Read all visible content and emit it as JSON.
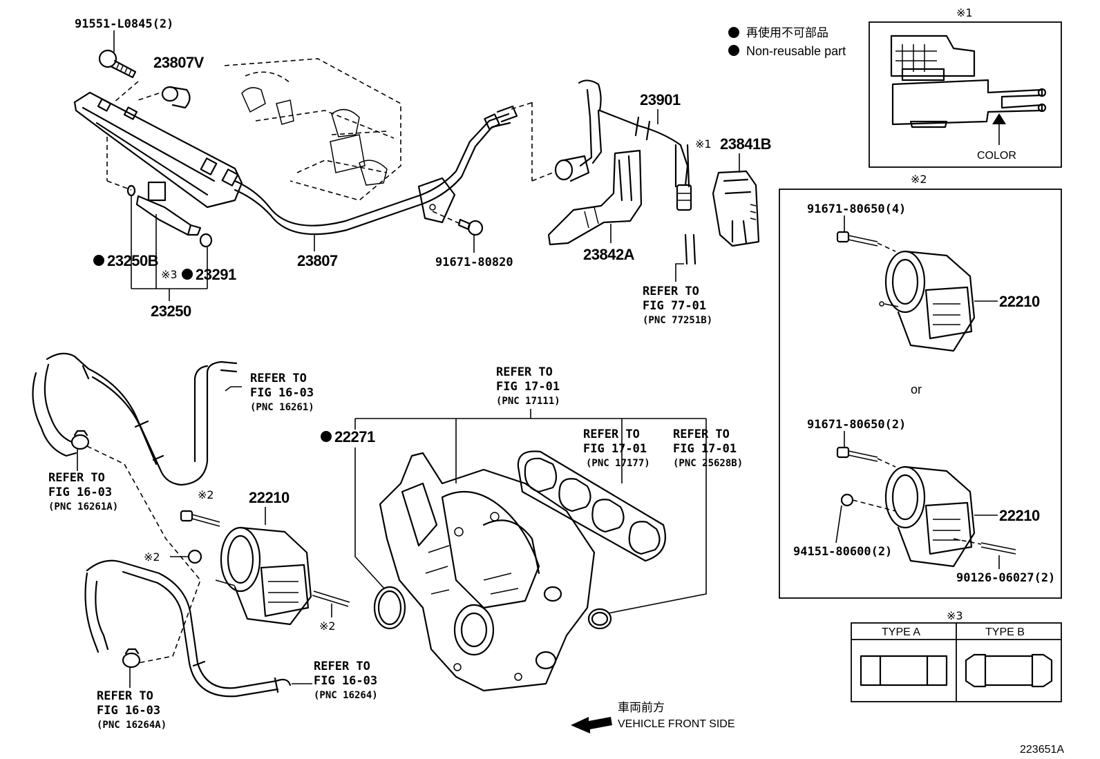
{
  "legend": {
    "jp_label": "再使用不可部品",
    "en_label": "Non-reusable part"
  },
  "labels": {
    "bolt_top": "91551-L0845(2)",
    "p23807v": "23807V",
    "p23901": "23901",
    "p23841b": "23841B",
    "note1_mark": "※1",
    "p23842a": "23842A",
    "p23807": "23807",
    "bolt_mid": "91671-80820",
    "p23250b": "23250B",
    "p23291": "23291",
    "note3_mark_inj": "※3",
    "p23250": "23250",
    "p22271": "22271",
    "p22210_main": "22210",
    "note2_mark_a": "※2",
    "note2_mark_b": "※2",
    "note2_mark_c": "※2"
  },
  "refs": {
    "r77": {
      "line1": "REFER TO",
      "line2": "FIG 77-01",
      "line3": "(PNC 77251B)"
    },
    "r16261": {
      "line1": "REFER TO",
      "line2": "FIG 16-03",
      "line3": "(PNC 16261)"
    },
    "r16261a": {
      "line1": "REFER TO",
      "line2": "FIG 16-03",
      "line3": "(PNC 16261A)"
    },
    "r17111": {
      "line1": "REFER TO",
      "line2": "FIG 17-01",
      "line3": "(PNC 17111)"
    },
    "r17177": {
      "line1": "REFER TO",
      "line2": "FIG 17-01",
      "line3": "(PNC 17177)"
    },
    "r25628b": {
      "line1": "REFER TO",
      "line2": "FIG 17-01",
      "line3": "(PNC 25628B)"
    },
    "r16264": {
      "line1": "REFER TO",
      "line2": "FIG 16-03",
      "line3": "(PNC 16264)"
    },
    "r16264a": {
      "line1": "REFER TO",
      "line2": "FIG 16-03",
      "line3": "(PNC 16264A)"
    }
  },
  "box1": {
    "mark": "※1",
    "color_label": "COLOR"
  },
  "box2": {
    "mark": "※2",
    "bolt_a": "91671-80650(4)",
    "part_a": "22210",
    "or_text": "or",
    "bolt_b": "91671-80650(2)",
    "part_b": "22210",
    "nut": "94151-80600(2)",
    "stud": "90126-06027(2)"
  },
  "box3": {
    "mark": "※3",
    "type_a": "TYPE A",
    "type_b": "TYPE B"
  },
  "direction": {
    "jp": "車両前方",
    "en": "VEHICLE FRONT SIDE"
  },
  "figure_id": "223651A"
}
